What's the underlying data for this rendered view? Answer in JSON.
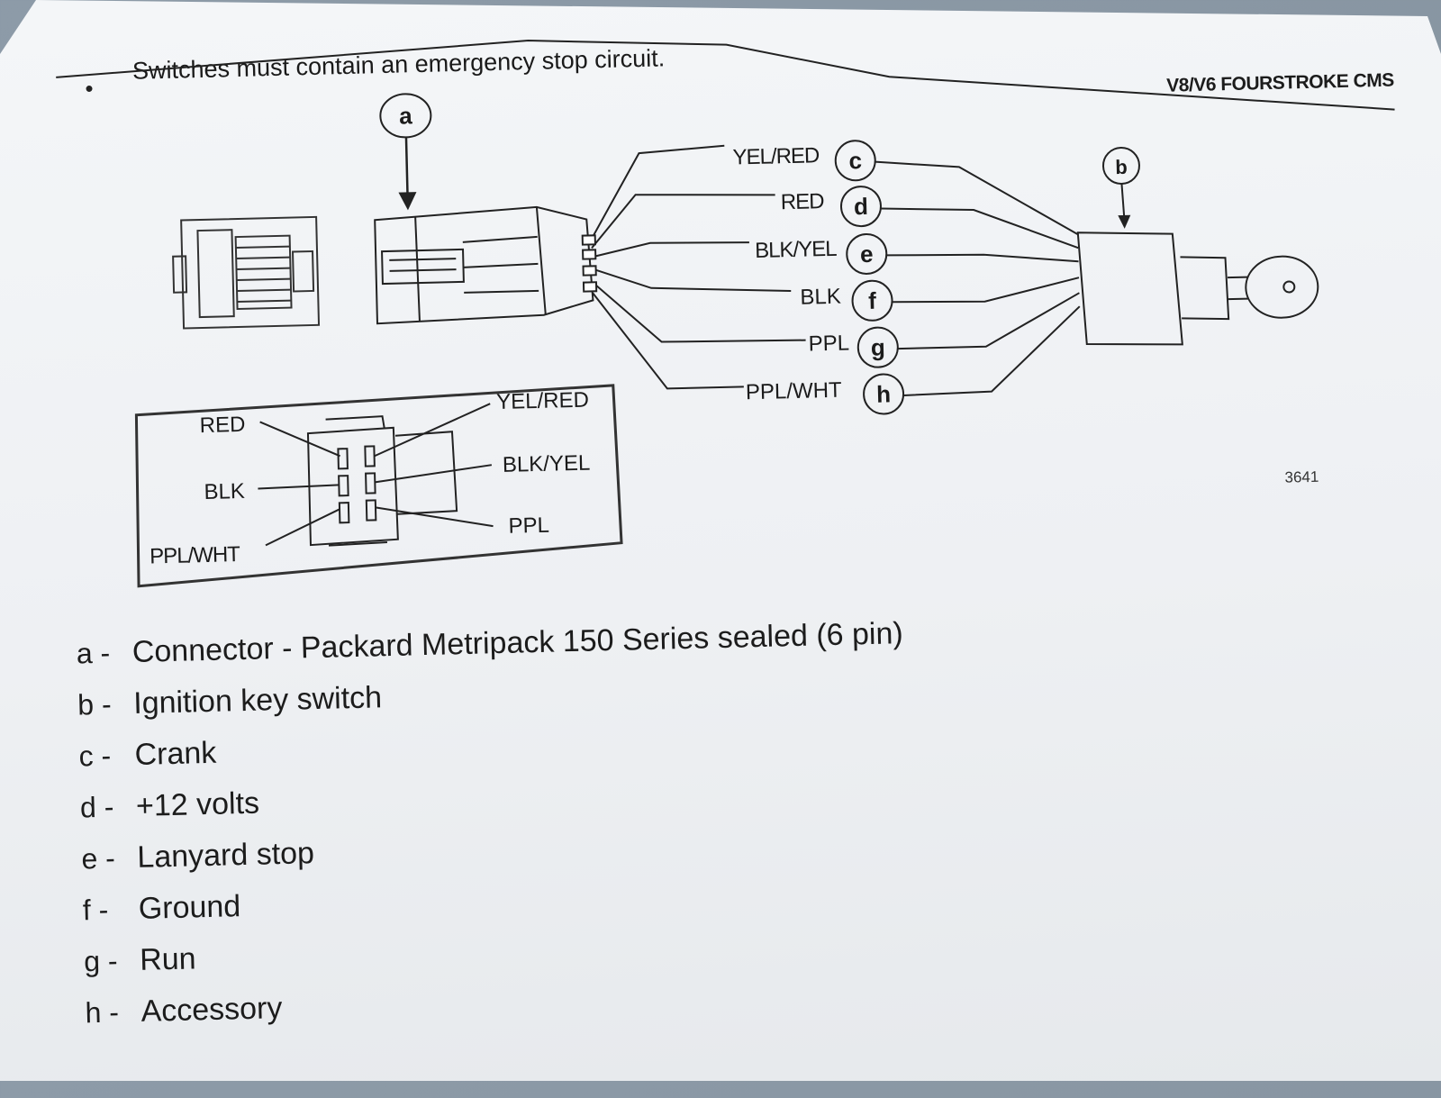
{
  "header": {
    "note": "Switches must contain an emergency stop circuit.",
    "model": "V8/V6 FOURSTROKE CMS"
  },
  "figure": {
    "number": "3641",
    "callouts": [
      "a",
      "b"
    ],
    "wires": [
      {
        "color_label": "YEL/RED",
        "callout": "c"
      },
      {
        "color_label": "RED",
        "callout": "d"
      },
      {
        "color_label": "BLK/YEL",
        "callout": "e"
      },
      {
        "color_label": "BLK",
        "callout": "f"
      },
      {
        "color_label": "PPL",
        "callout": "g"
      },
      {
        "color_label": "PPL/WHT",
        "callout": "h"
      }
    ],
    "pinout": {
      "left": [
        "RED",
        "BLK",
        "PPL/WHT"
      ],
      "right": [
        "YEL/RED",
        "BLK/YEL",
        "PPL"
      ]
    }
  },
  "legend": [
    {
      "key": "a -",
      "text": "Connector - Packard Metripack 150 Series sealed (6 pin)"
    },
    {
      "key": "b -",
      "text": "Ignition key switch"
    },
    {
      "key": "c -",
      "text": "Crank"
    },
    {
      "key": "d -",
      "text": "+12 volts"
    },
    {
      "key": "e -",
      "text": "Lanyard stop"
    },
    {
      "key": "f -",
      "text": "Ground"
    },
    {
      "key": "g -",
      "text": "Run"
    },
    {
      "key": "h -",
      "text": "Accessory"
    }
  ]
}
